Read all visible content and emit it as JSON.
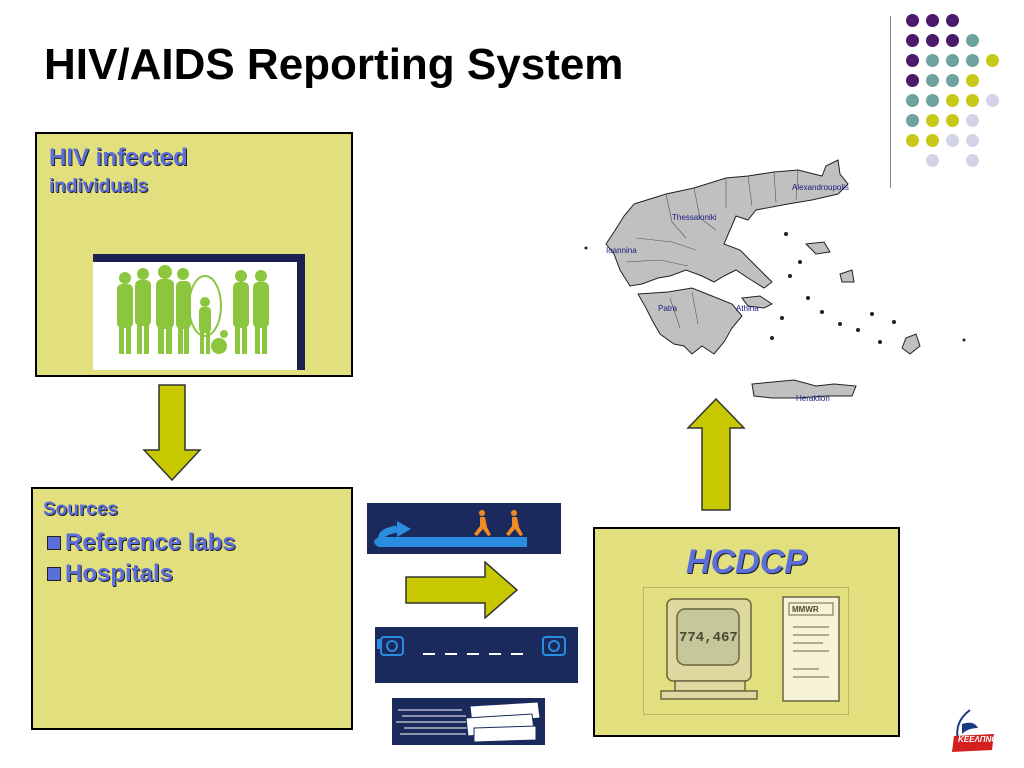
{
  "slide": {
    "title": "HIV/AIDS Reporting System"
  },
  "individuals_box": {
    "title_line1": "HIV infected",
    "title_line2": "individuals"
  },
  "sources_box": {
    "heading": "Sources",
    "items": [
      "Reference labs",
      "Hospitals"
    ]
  },
  "hcdcp_box": {
    "title": "HCDCP",
    "screen_value": "774,467",
    "form_header": "MMWR"
  },
  "map": {
    "cities": [
      "Alexandroupolis",
      "Thessaloniki",
      "Ioannina",
      "Patra",
      "Athina",
      "Heraklion"
    ]
  },
  "logo": {
    "text": "ΚΕΕΛΠΝΟ"
  },
  "colors": {
    "box_fill": "#e2e07e",
    "arrow_fill": "#c8c800",
    "label_blue": "#5b6ed9",
    "purple": "#4b1a6b",
    "teal": "#6fa3a0",
    "olive": "#c8c818",
    "lavender": "#d4d4e8"
  }
}
